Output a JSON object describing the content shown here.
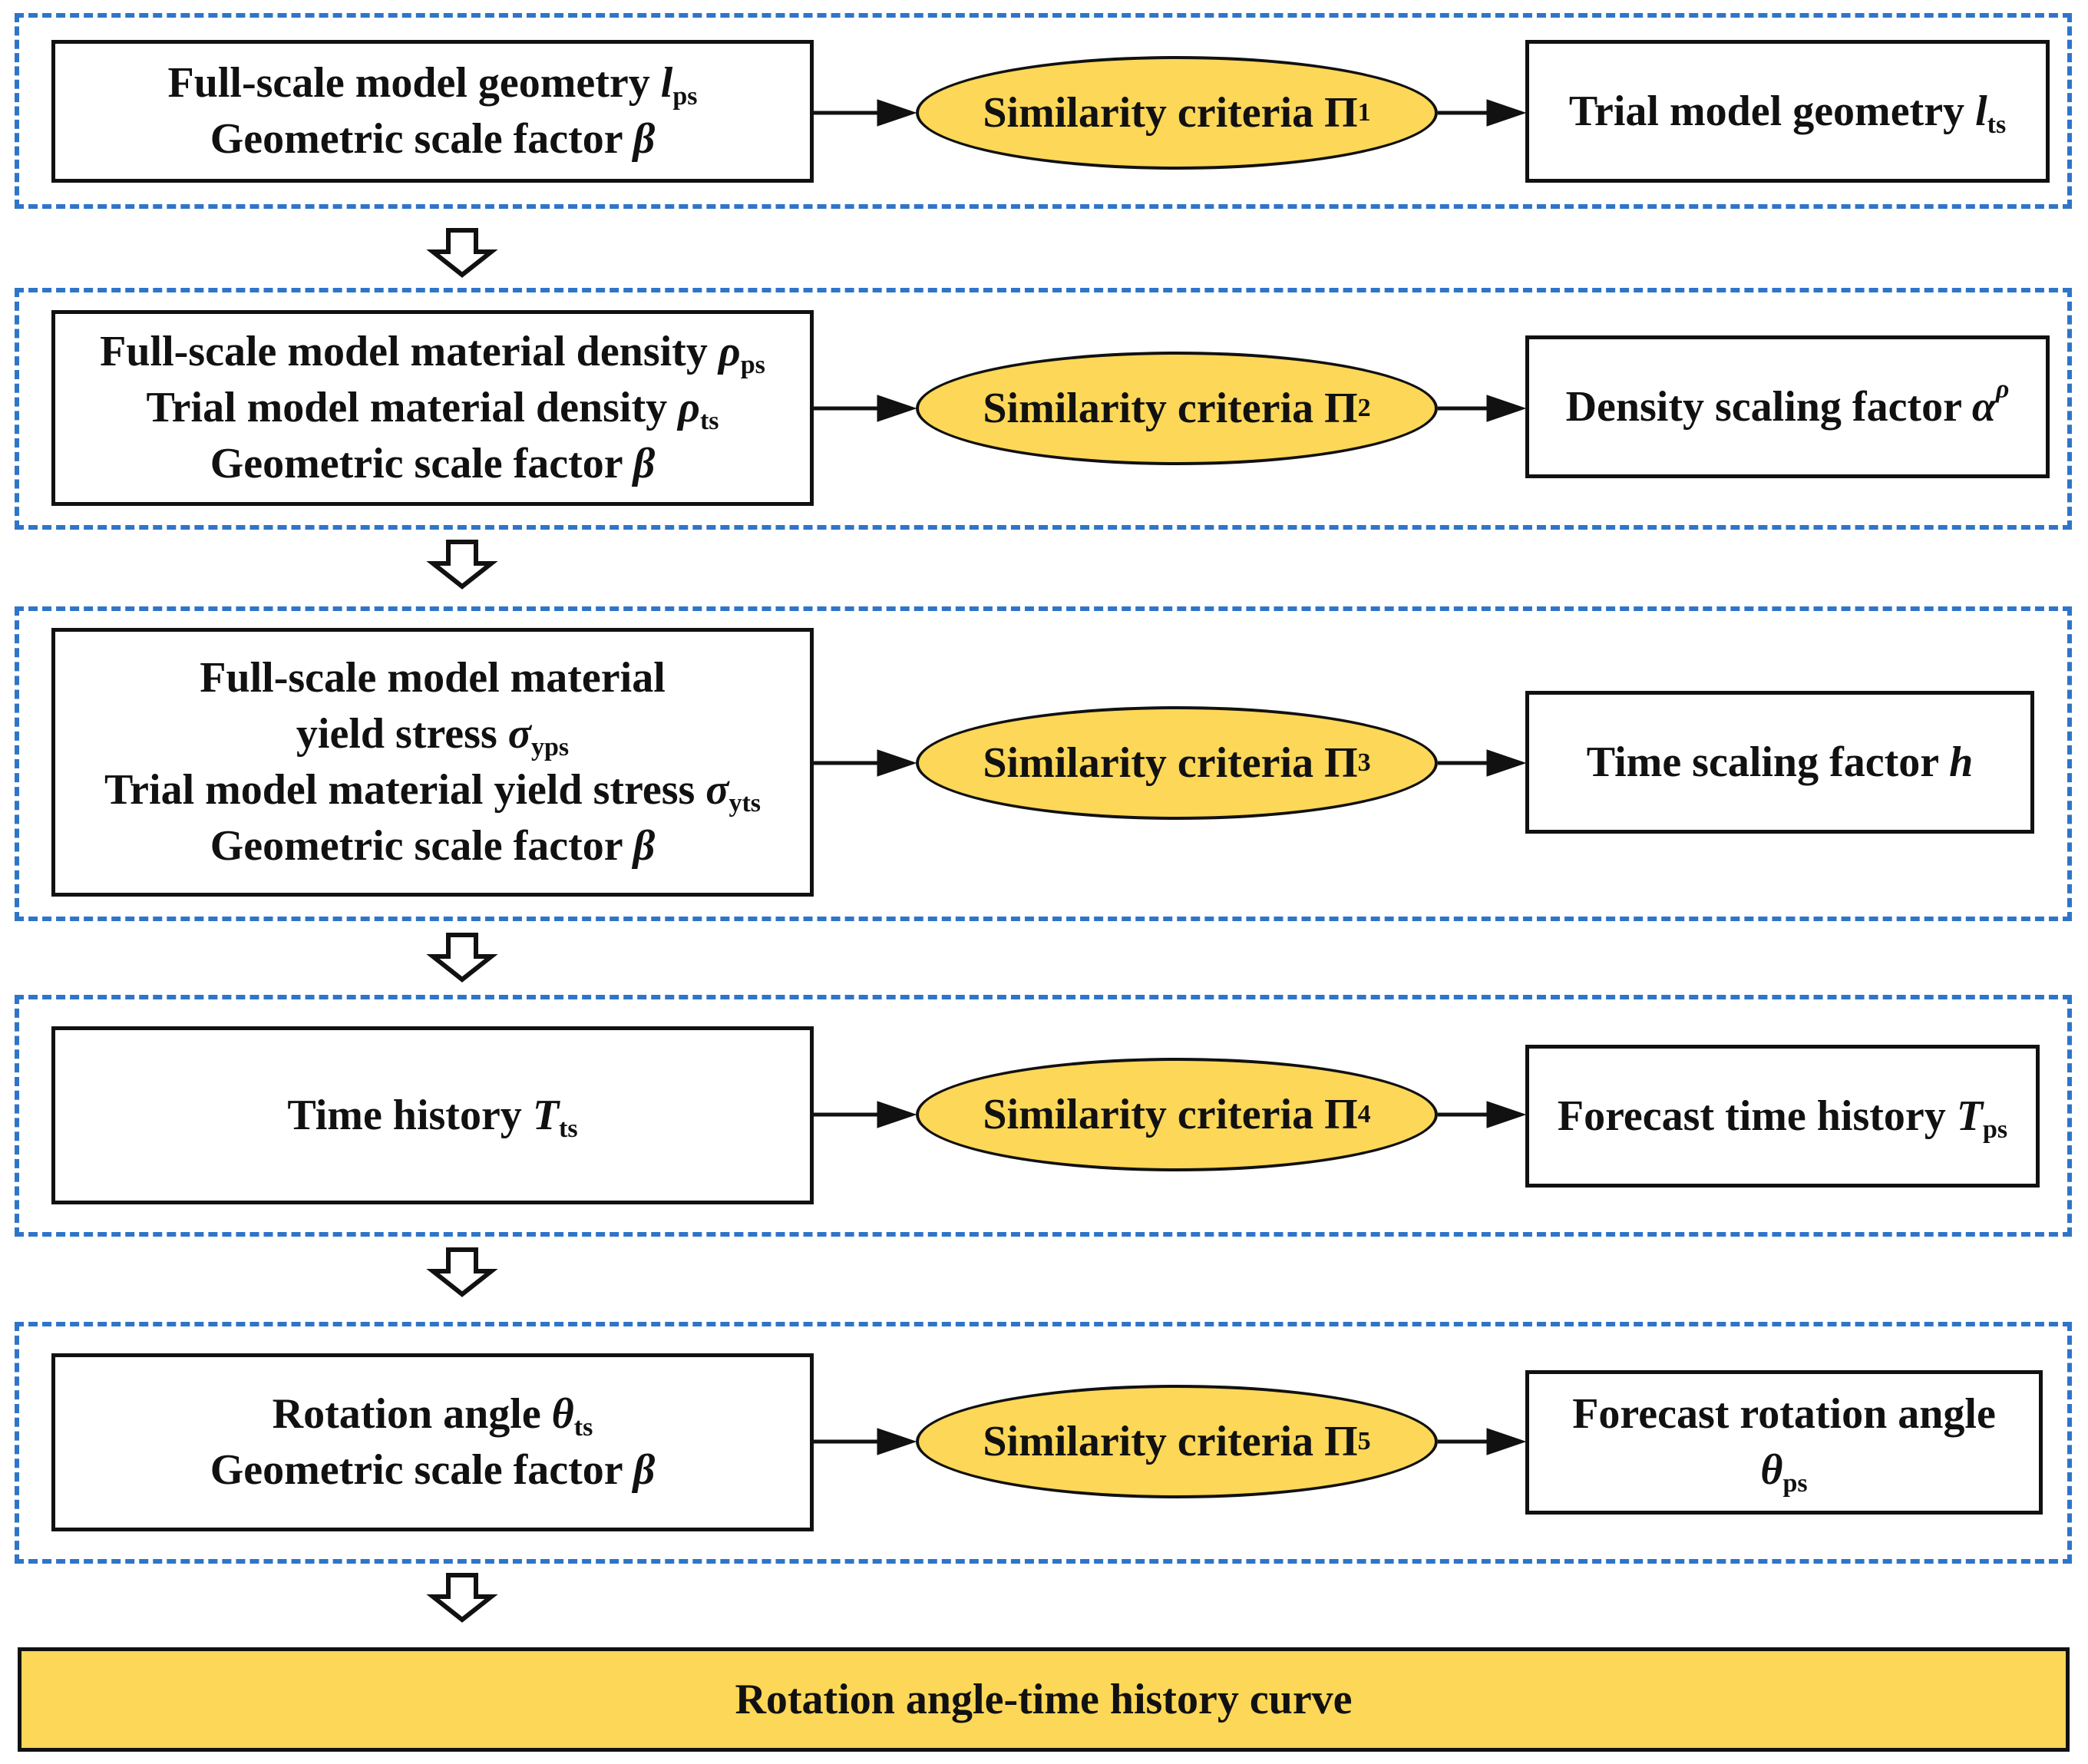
{
  "stages": [
    {
      "inputs": [
        {
          "text": "Full-scale model geometry ",
          "sym": "l",
          "sub": "ps"
        },
        {
          "text": "Geometric scale factor ",
          "sym": "β",
          "sub": ""
        }
      ],
      "criteria": {
        "label": "Similarity criteria Π",
        "index": "1"
      },
      "output": [
        {
          "text": "Trial model geometry ",
          "sym": "l",
          "sub": "ts"
        }
      ]
    },
    {
      "inputs": [
        {
          "text": "Full-scale model material density ",
          "sym": "ρ",
          "sub": "ps"
        },
        {
          "text": "Trial model material density ",
          "sym": "ρ",
          "sub": "ts"
        },
        {
          "text": "Geometric scale factor ",
          "sym": "β",
          "sub": ""
        }
      ],
      "criteria": {
        "label": "Similarity criteria Π",
        "index": "2"
      },
      "output": [
        {
          "text": "Density scaling factor ",
          "sym": "α",
          "sup": "ρ"
        }
      ]
    },
    {
      "inputs": [
        {
          "text": "Full-scale model material",
          "sym": "",
          "sub": ""
        },
        {
          "text": "yield stress ",
          "sym": "σ",
          "sub": "yps"
        },
        {
          "text": "Trial model material yield stress ",
          "sym": "σ",
          "sub": "yts"
        },
        {
          "text": "Geometric scale factor ",
          "sym": "β",
          "sub": ""
        }
      ],
      "criteria": {
        "label": "Similarity criteria Π",
        "index": "3"
      },
      "output": [
        {
          "text": "Time scaling factor ",
          "sym": "h",
          "sub": ""
        }
      ]
    },
    {
      "inputs": [
        {
          "text": "Time history ",
          "sym": "T",
          "sub": "ts"
        }
      ],
      "criteria": {
        "label": "Similarity criteria Π",
        "index": "4"
      },
      "output": [
        {
          "text": "Forecast time history ",
          "sym": "T",
          "sub": "ps"
        }
      ]
    },
    {
      "inputs": [
        {
          "text": "Rotation angle ",
          "sym": "θ",
          "sub": "ts"
        },
        {
          "text": "Geometric scale factor ",
          "sym": "β",
          "sub": ""
        }
      ],
      "criteria": {
        "label": "Similarity criteria Π",
        "index": "5"
      },
      "output": [
        {
          "text": "Forecast rotation angle",
          "sym": "",
          "sub": ""
        },
        {
          "text": "",
          "sym": "θ",
          "sub": "ps"
        }
      ]
    }
  ],
  "final": {
    "label": "Rotation angle-time history curve"
  },
  "colors": {
    "dash": "#2e75c9",
    "fill": "#fcd758",
    "stroke": "#111111"
  }
}
